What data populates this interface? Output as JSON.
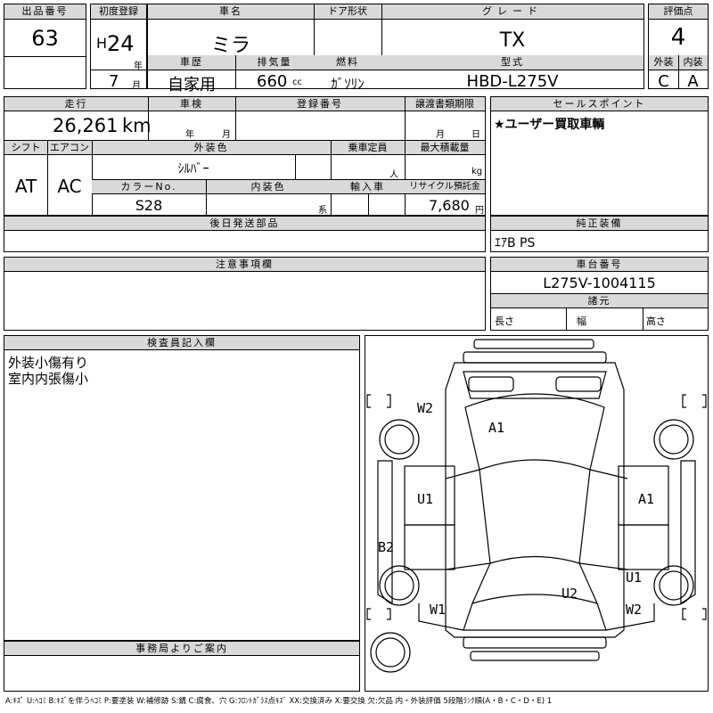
{
  "headers": {
    "lot_no": "出品番号",
    "first_reg": "初度登録",
    "car_name": "車名",
    "door": "ドア形状",
    "grade": "グレード",
    "score": "評価点",
    "history": "車歴",
    "displacement": "排気量",
    "fuel": "燃料",
    "model_code": "型式",
    "exterior": "外装",
    "interior": "内装",
    "mileage": "走行",
    "inspection": "車検",
    "reg_no": "登録番号",
    "transfer_due": "譲渡書類期限",
    "sales_point": "セールスポイント",
    "shift": "シフト",
    "aircon": "エアコン",
    "ext_color": "外装色",
    "capacity": "乗車定員",
    "max_load": "最大積載量",
    "color_no": "カラーNo.",
    "int_color": "内装色",
    "import": "輸入車",
    "recycle": "リサイクル預託金",
    "later_parts": "後日発送部品",
    "standard_equip": "純正装備",
    "notes": "注意事項欄",
    "chassis_no": "車台番号",
    "specs": "諸元",
    "inspector": "検査員記入欄",
    "office": "事務局よりご案内"
  },
  "lot_no": "63",
  "era_prefix": "H",
  "reg_year": "24",
  "year_unit": "年",
  "reg_month": "7",
  "month_unit": "月",
  "car_name": "ミラ",
  "grade": "TX",
  "score": "4",
  "history": "自家用",
  "displacement": "660",
  "displacement_unit": "cc",
  "fuel": "ｶﾞｿﾘﾝ",
  "model_code": "HBD-L275V",
  "exterior_grade": "C",
  "interior_grade": "A",
  "mileage": "26,261",
  "mileage_unit": "km",
  "inspection_year_unit": "年",
  "inspection_month_unit": "月",
  "transfer_month_unit": "月",
  "transfer_day_unit": "日",
  "sales_point_text": "★ユーザー買取車輌",
  "shift": "AT",
  "aircon": "AC",
  "ext_color": "ｼﾙﾊﾞｰ",
  "capacity_unit": "人",
  "max_load_unit": "kg",
  "color_no": "S28",
  "int_color_unit": "系",
  "recycle_fee": "7,680",
  "recycle_unit": "円",
  "standard_equip": "ｴｱB PS",
  "chassis_no": "L275V-1004115",
  "spec_length": "長さ",
  "spec_width": "幅",
  "spec_height": "高さ",
  "inspector_notes": [
    "外装小傷有り",
    "室内内張傷小"
  ],
  "damage_marks": [
    "W2",
    "A1",
    "U1",
    "A1",
    "B2",
    "U1",
    "U2",
    "W1",
    "W2"
  ],
  "legend": "A:ｷｽﾞ U:ﾍｺﾐ B:ｷｽﾞを伴うﾍｺﾐ P:要塗装 W:補修跡 S:錆 C:腐食、穴 G:ﾌﾛﾝﾄｶﾞﾗｽ点ｷｽﾞ XX:交換済み X:要交換 欠:欠品 内・外装評価 5段階ﾗﾝｸ順(A・B・C・D・E) 1"
}
